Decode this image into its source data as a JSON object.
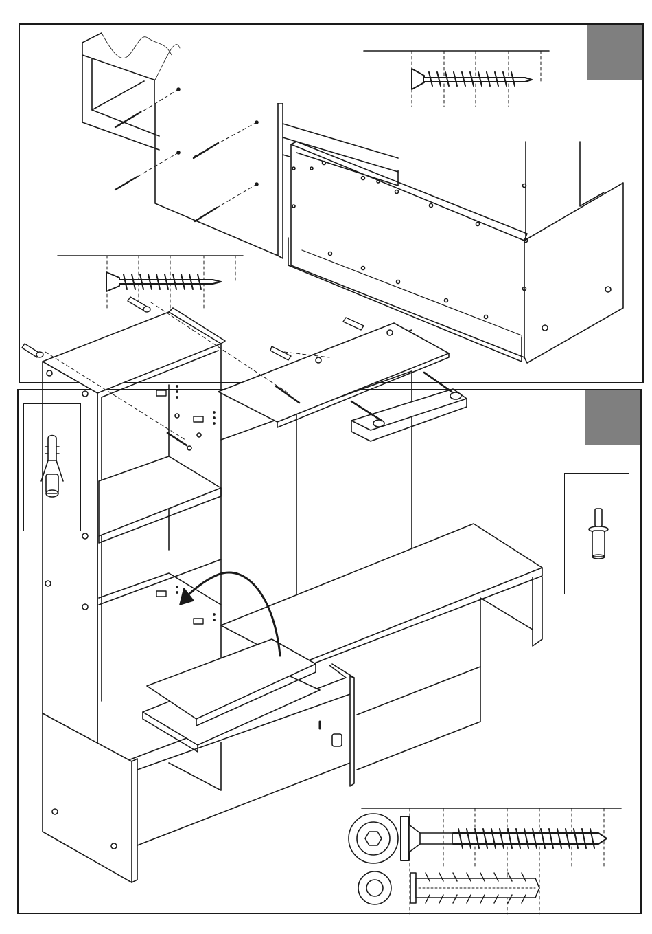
{
  "figure": {
    "kind": "furniture assembly instructions",
    "steps": [
      {
        "panel": "top",
        "step_label": ""
      },
      {
        "panel": "bottom",
        "step_label": ""
      }
    ],
    "colors": {
      "line": "#1a1a1a",
      "step_tab": "#7f7f7f",
      "background": "#ffffff"
    },
    "parts": {
      "top_panel": [
        "wood-screw",
        "wood-screw",
        "side-panel",
        "drawer-box"
      ],
      "bottom_panel": [
        "wall-anchor",
        "connector-bolt",
        "wooden-dowel",
        "shelf-board",
        "cam-lock"
      ]
    }
  }
}
